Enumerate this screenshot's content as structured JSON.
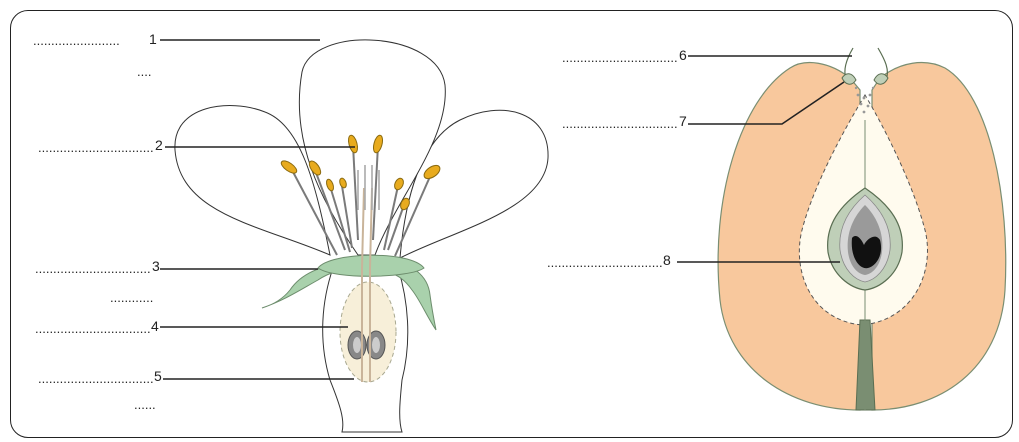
{
  "labels": [
    {
      "number": "1",
      "blank": "........................",
      "extra_blank": "...."
    },
    {
      "number": "2",
      "blank": "................................"
    },
    {
      "number": "3",
      "blank": "................................",
      "extra_blank": "............"
    },
    {
      "number": "4",
      "blank": "................................"
    },
    {
      "number": "5",
      "blank": "................................",
      "extra_blank": "......"
    },
    {
      "number": "6",
      "blank": "................................"
    },
    {
      "number": "7",
      "blank": "................................"
    },
    {
      "number": "8",
      "blank": "................................"
    }
  ],
  "colors": {
    "outline": "#333333",
    "sepal_green": "#a9d1ac",
    "anther_yellow": "#e8ab1e",
    "fruit_flesh": "#f8c89d",
    "core": "#fffbee",
    "ovule_green": "#bfcfb8",
    "stalk_green": "#7a8e72"
  }
}
